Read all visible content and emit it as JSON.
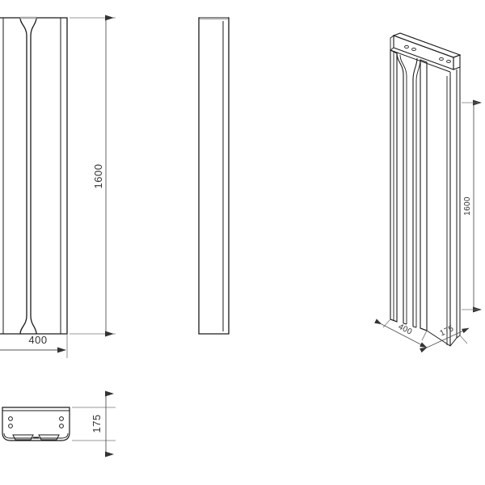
{
  "drawing": {
    "title": "Technical orthographic drawing of slotted column post",
    "background_color": "#ffffff",
    "line_color": "#1a1a1a",
    "dim_line_color": "#555555",
    "text_color": "#333333",
    "units": "mm"
  },
  "views": {
    "front": {
      "name": "front-elevation-view",
      "dimensions": {
        "height_label": "1600",
        "width_label": "400"
      }
    },
    "side": {
      "name": "side-elevation-view",
      "dimensions": {}
    },
    "isometric": {
      "name": "isometric-3d-view",
      "dimensions": {
        "height_label": "1600",
        "depth_label": "400",
        "width_label": "175"
      }
    },
    "plan": {
      "name": "plan-top-view",
      "dimensions": {
        "height_label": "175"
      },
      "hole_count": 4
    }
  },
  "labels": {
    "front_height": "1600",
    "front_width": "400",
    "plan_height": "175",
    "iso_height": "1600",
    "iso_depth": "400",
    "iso_width": "175"
  }
}
